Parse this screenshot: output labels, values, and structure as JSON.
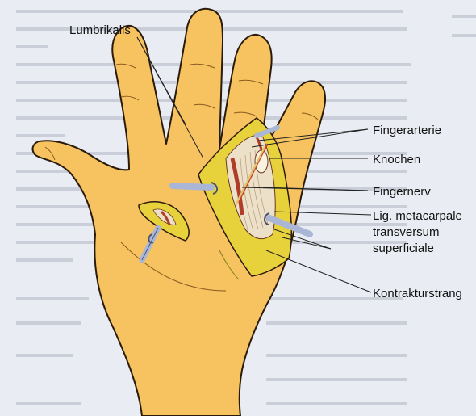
{
  "labels": {
    "lumbrikalis": "Lumbrikalis",
    "fingerarterie": "Fingerarterie",
    "knochen": "Knochen",
    "fingernerv": "Fingernerv",
    "lig_line1": "Lig. metacarpale",
    "lig_line2": "transversum",
    "lig_line3": "superficiale",
    "kontrakturstrang": "Kontrakturstrang"
  },
  "colors": {
    "skin": "#f7c260",
    "skin_outline": "#2a1a0a",
    "fat": "#e8d23c",
    "wound_tissue": "#ece0c8",
    "muscle": "#b03c2a",
    "retractor": "#a9b6d6",
    "page_background": "#e9ecf2"
  }
}
